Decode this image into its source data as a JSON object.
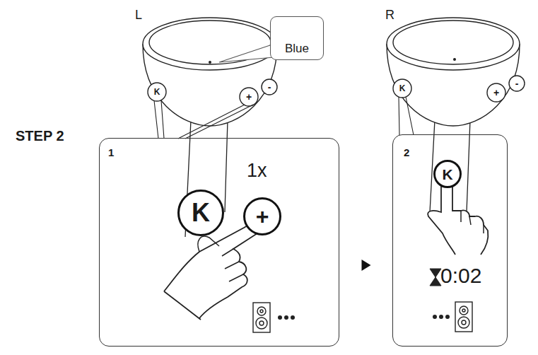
{
  "diagram": {
    "nodes": [
      {
        "text": [
          "Blue"
        ]
      },
      {
        "text": [
          "1",
          "1x"
        ]
      },
      {
        "text": [
          "K"
        ],
        "in": 1
      },
      {
        "text": [
          "+"
        ],
        "in": 1
      },
      {
        "text": [
          "2",
          "0:02"
        ]
      },
      {
        "text": [
          "K"
        ],
        "in": 4
      }
    ],
    "edges": [
      {
        "from": 1,
        "to": 4,
        "arrow": "to"
      }
    ],
    "labels": [
      "L",
      "R",
      "STEP 2",
      "K",
      "+",
      "-",
      "K",
      "+",
      "-"
    ]
  }
}
